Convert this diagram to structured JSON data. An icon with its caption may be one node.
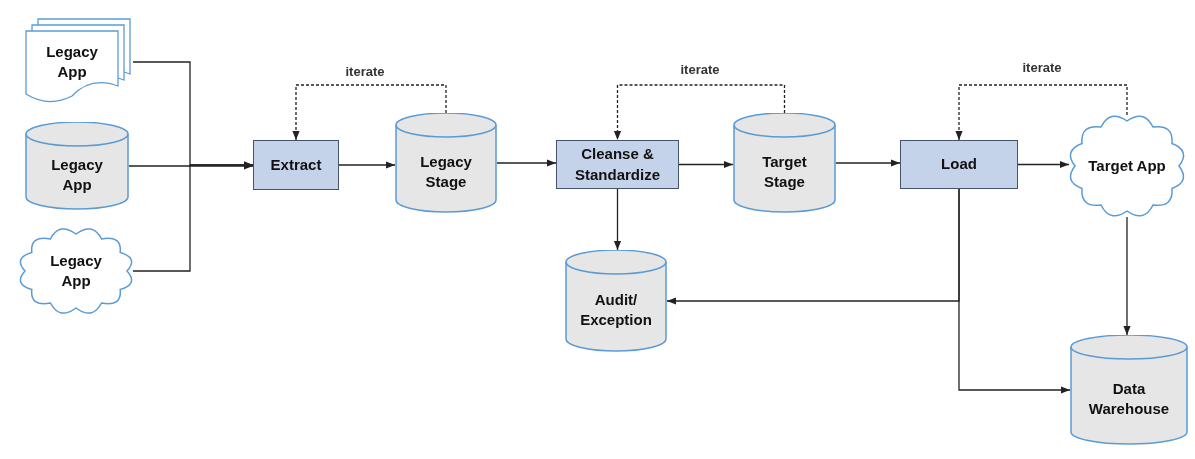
{
  "diagram": {
    "nodes": [
      {
        "text": [
          "Legacy App"
        ]
      },
      {
        "text": [
          "Legacy App"
        ]
      },
      {
        "text": [
          "Legacy App"
        ]
      },
      {
        "text": [
          "Extract"
        ]
      },
      {
        "text": [
          "Legacy Stage"
        ]
      },
      {
        "text": [
          "Cleanse & Standardize"
        ]
      },
      {
        "text": [
          "Target Stage"
        ]
      },
      {
        "text": [
          "Load"
        ]
      },
      {
        "text": [
          "Target App"
        ]
      },
      {
        "text": [
          "Audit/ Exception"
        ]
      },
      {
        "text": [
          "Data Warehouse"
        ]
      }
    ],
    "edges": [
      {
        "from": 0,
        "to": 3,
        "arrow": "to"
      },
      {
        "from": 1,
        "to": 3,
        "arrow": "to"
      },
      {
        "from": 2,
        "to": 3,
        "arrow": "to"
      },
      {
        "from": 3,
        "to": 4,
        "arrow": "to"
      },
      {
        "from": 4,
        "to": 3,
        "arrow": "to",
        "label": "iterate",
        "style": "dashed"
      },
      {
        "from": 4,
        "to": 5,
        "arrow": "to"
      },
      {
        "from": 5,
        "to": 6,
        "arrow": "to"
      },
      {
        "from": 6,
        "to": 5,
        "arrow": "to",
        "label": "iterate",
        "style": "dashed"
      },
      {
        "from": 6,
        "to": 7,
        "arrow": "to"
      },
      {
        "from": 7,
        "to": 8,
        "arrow": "to"
      },
      {
        "from": 8,
        "to": 7,
        "arrow": "to",
        "label": "iterate",
        "style": "dashed"
      },
      {
        "from": 5,
        "to": 9,
        "arrow": "to"
      },
      {
        "from": 7,
        "to": 9,
        "arrow": "to"
      },
      {
        "from": 7,
        "to": 10,
        "arrow": "to"
      },
      {
        "from": 8,
        "to": 10,
        "arrow": "to"
      }
    ]
  }
}
